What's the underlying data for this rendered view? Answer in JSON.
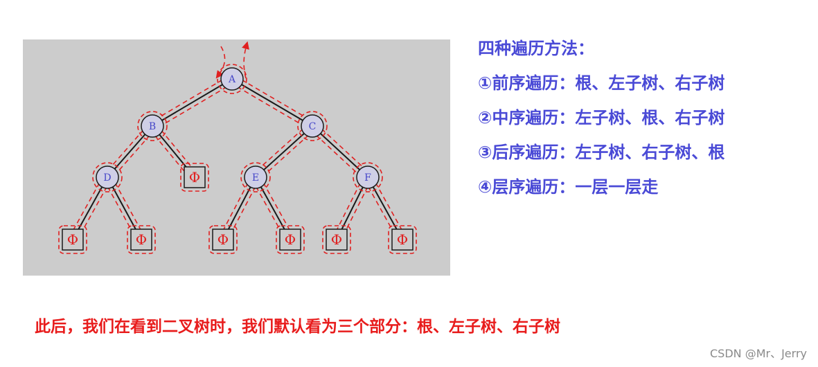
{
  "tree": {
    "nodes": [
      {
        "id": "A",
        "label": "A",
        "kind": "node"
      },
      {
        "id": "B",
        "label": "B",
        "kind": "node"
      },
      {
        "id": "C",
        "label": "C",
        "kind": "node"
      },
      {
        "id": "D",
        "label": "D",
        "kind": "node"
      },
      {
        "id": "E",
        "label": "E",
        "kind": "node"
      },
      {
        "id": "F",
        "label": "F",
        "kind": "node"
      },
      {
        "id": "n1",
        "label": "Φ",
        "kind": "null"
      },
      {
        "id": "n2",
        "label": "Φ",
        "kind": "null"
      },
      {
        "id": "n3",
        "label": "Φ",
        "kind": "null"
      },
      {
        "id": "n4",
        "label": "Φ",
        "kind": "null"
      },
      {
        "id": "n5",
        "label": "Φ",
        "kind": "null"
      },
      {
        "id": "n6",
        "label": "Φ",
        "kind": "null"
      },
      {
        "id": "n7",
        "label": "Φ",
        "kind": "null"
      }
    ],
    "edges": [
      [
        "A",
        "B"
      ],
      [
        "A",
        "C"
      ],
      [
        "B",
        "D"
      ],
      [
        "B",
        "n1"
      ],
      [
        "C",
        "E"
      ],
      [
        "C",
        "F"
      ],
      [
        "D",
        "n2"
      ],
      [
        "D",
        "n3"
      ],
      [
        "E",
        "n4"
      ],
      [
        "E",
        "n5"
      ],
      [
        "F",
        "n6"
      ],
      [
        "F",
        "n7"
      ]
    ]
  },
  "methods": {
    "title": "四种遍历方法：",
    "items": [
      "①前序遍历：根、左子树、右子树",
      "②中序遍历：左子树、根、右子树",
      "③后序遍历：左子树、右子树、根",
      "④层序遍历：一层一层走"
    ]
  },
  "conclusion": "此后，我们在看到二叉树时，我们默认看为三个部分：根、左子树、右子树",
  "watermark": "CSDN @Mr、Jerry",
  "colors": {
    "panel": "#cccccc",
    "node_fill": "#cfcfe6",
    "edge": "#1a1a1a",
    "trace": "#e02020",
    "method_text": "#4a4ad6",
    "conclusion_text": "#e81c1c"
  }
}
